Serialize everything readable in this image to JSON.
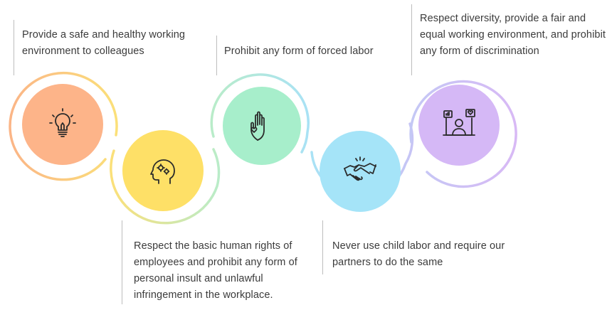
{
  "colors": {
    "orange": "#fcb68a",
    "yellow": "#fde16a",
    "green": "#a8ecc8",
    "blue": "#a5e3f7",
    "purple": "#d5b8f5",
    "text": "#3b3b3b",
    "icon_stroke": "#2b2b2b"
  },
  "items": [
    {
      "text": "Provide a safe and healthy working environment to colleagues",
      "icon": "lightbulb-icon",
      "color": "#fcb68a"
    },
    {
      "text": "Respect the basic human rights of employees and prohibit any form of personal insult and unlawful infringement in the workplace.",
      "icon": "head-gears-icon",
      "color": "#fde16a"
    },
    {
      "text": "Prohibit any form of forced labor",
      "icon": "raised-hand-heart-icon",
      "color": "#a8ecc8"
    },
    {
      "text": "Never use child labor and require our partners to do the same",
      "icon": "handshake-icon",
      "color": "#a5e3f7"
    },
    {
      "text": "Respect diversity, provide a fair and equal working environment, and prohibit any form of discrimination",
      "icon": "person-screen-feedback-icon",
      "color": "#d5b8f5"
    }
  ]
}
